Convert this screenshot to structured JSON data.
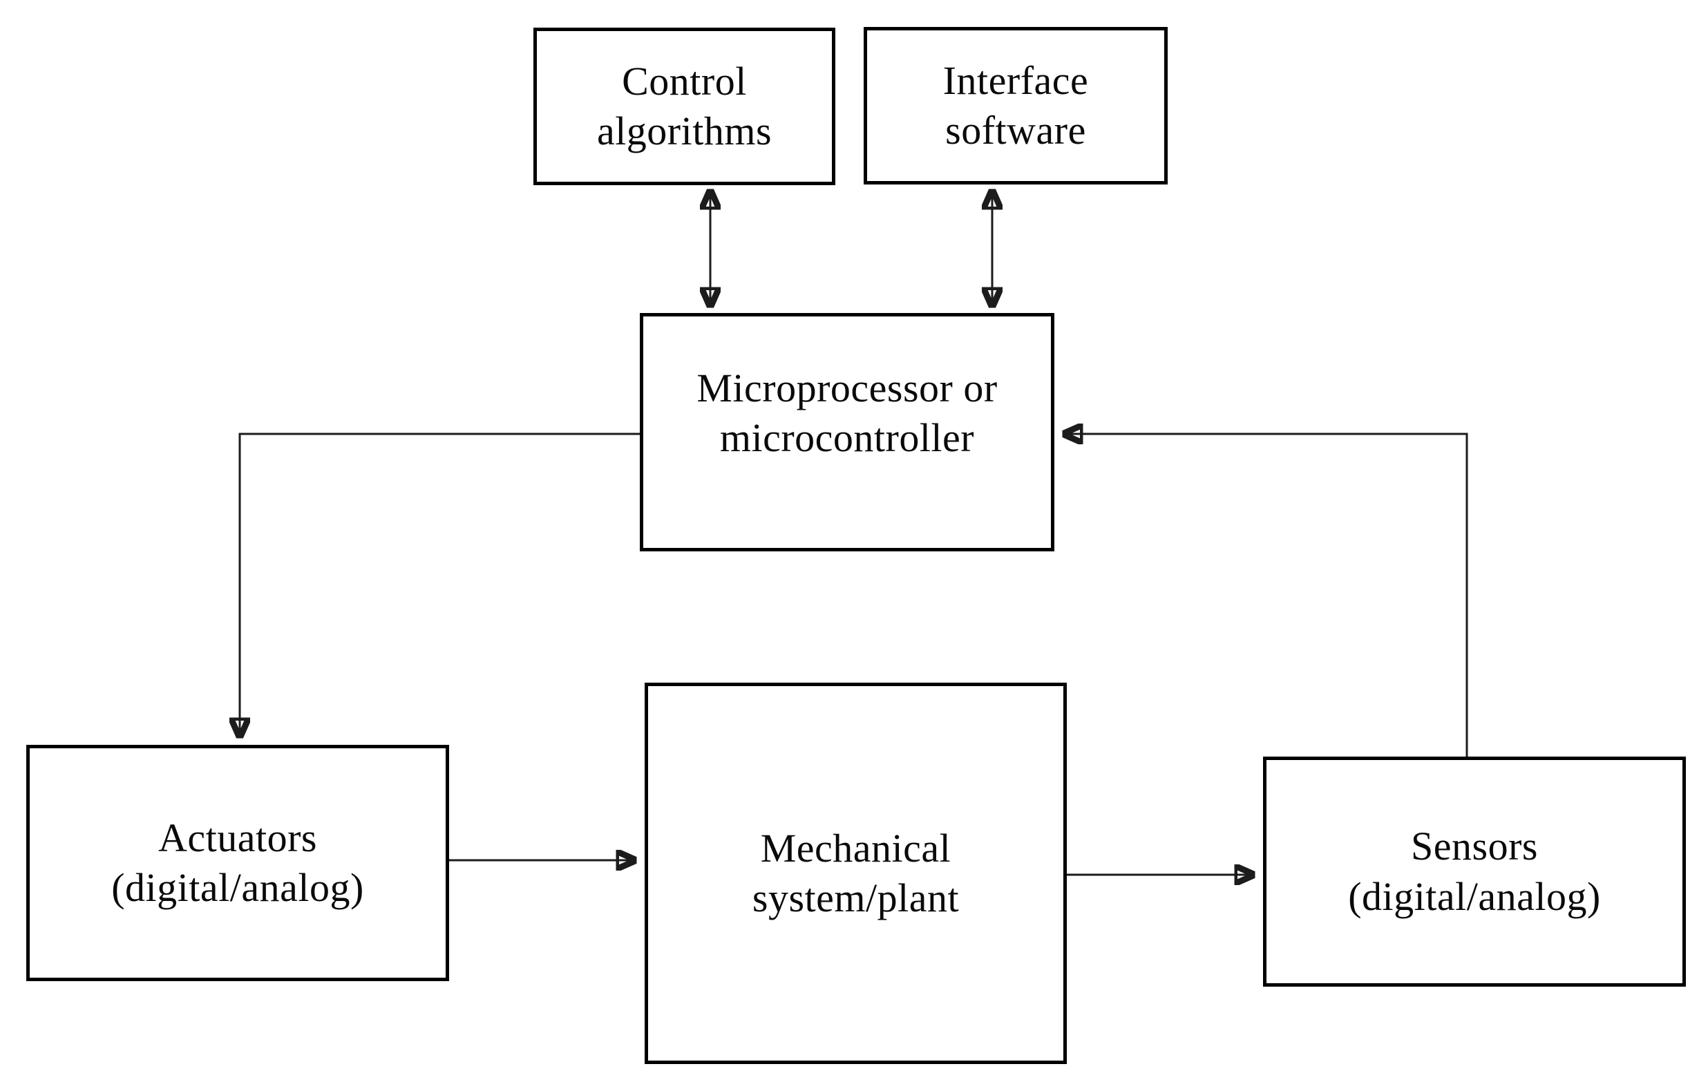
{
  "diagram": {
    "type": "block-diagram",
    "colors": {
      "background": "#ffffff",
      "box_border": "#000000",
      "text": "#0a0a0a",
      "connector": "#1c1c1c"
    },
    "nodes": [
      {
        "id": "control-algorithms",
        "line1": "Control",
        "line2": "algorithms"
      },
      {
        "id": "interface-software",
        "line1": "Interface",
        "line2": "software"
      },
      {
        "id": "microprocessor",
        "line1": "Microprocessor or",
        "line2": "microcontroller"
      },
      {
        "id": "actuators",
        "line1": "Actuators",
        "line2": "(digital/analog)"
      },
      {
        "id": "mechanical-system",
        "line1": "Mechanical",
        "line2": "system/plant"
      },
      {
        "id": "sensors",
        "line1": "Sensors",
        "line2": "(digital/analog)"
      }
    ],
    "connections": [
      {
        "from": "control-algorithms",
        "to": "microprocessor",
        "direction": "bidirectional"
      },
      {
        "from": "interface-software",
        "to": "microprocessor",
        "direction": "bidirectional"
      },
      {
        "from": "microprocessor",
        "to": "actuators",
        "direction": "one-way"
      },
      {
        "from": "actuators",
        "to": "mechanical-system",
        "direction": "one-way"
      },
      {
        "from": "mechanical-system",
        "to": "sensors",
        "direction": "one-way"
      },
      {
        "from": "sensors",
        "to": "microprocessor",
        "direction": "one-way"
      }
    ]
  }
}
